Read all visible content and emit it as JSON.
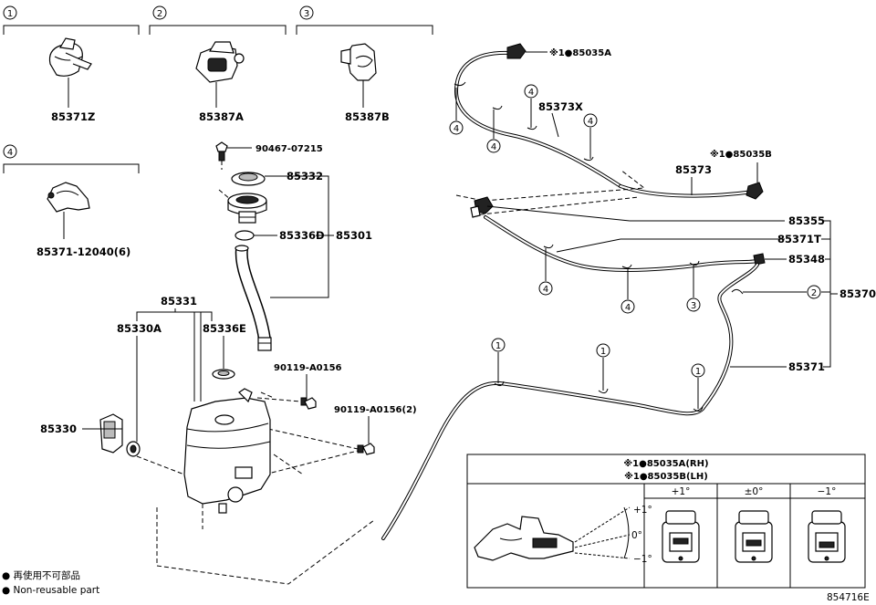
{
  "groups": [
    {
      "num": "1",
      "part": "85371Z"
    },
    {
      "num": "2",
      "part": "85387A"
    },
    {
      "num": "3",
      "part": "85387B"
    },
    {
      "num": "4",
      "part": "85371-12040(6)"
    }
  ],
  "parts": {
    "p90467": "90467-07215",
    "p85332": "85332",
    "p85336D": "85336D",
    "p85301": "85301",
    "p85331": "85331",
    "p85330A": "85330A",
    "p85336E": "85336E",
    "p90119a": "90119-A0156",
    "p90119b": "90119-A0156(2)",
    "p85330": "85330",
    "p85035A": "※1●85035A",
    "p85373X": "85373X",
    "p85373": "85373",
    "p85035B": "※1●85035B",
    "p85355": "85355",
    "p85371T": "85371T",
    "p85348": "85348",
    "p85370": "85370",
    "p85371": "85371"
  },
  "callouts": {
    "c4a": "4",
    "c4b": "4",
    "c4c": "4",
    "c4d": "4",
    "c4e": "4",
    "c4f": "4",
    "c3": "3",
    "c2": "2",
    "c1a": "1",
    "c1b": "1",
    "c1c": "1"
  },
  "inset": {
    "title_a": "※1●85035A(RH)",
    "title_b": "※1●85035B(LH)",
    "col1": "+1°",
    "col2": "±0°",
    "col3": "−1°",
    "ang_plus": "+1°",
    "ang_zero": "0°",
    "ang_minus": "−1°"
  },
  "legend": {
    "line1": "● 再使用不可部品",
    "line2": "● Non-reusable part"
  },
  "diagram_id": "854716E"
}
